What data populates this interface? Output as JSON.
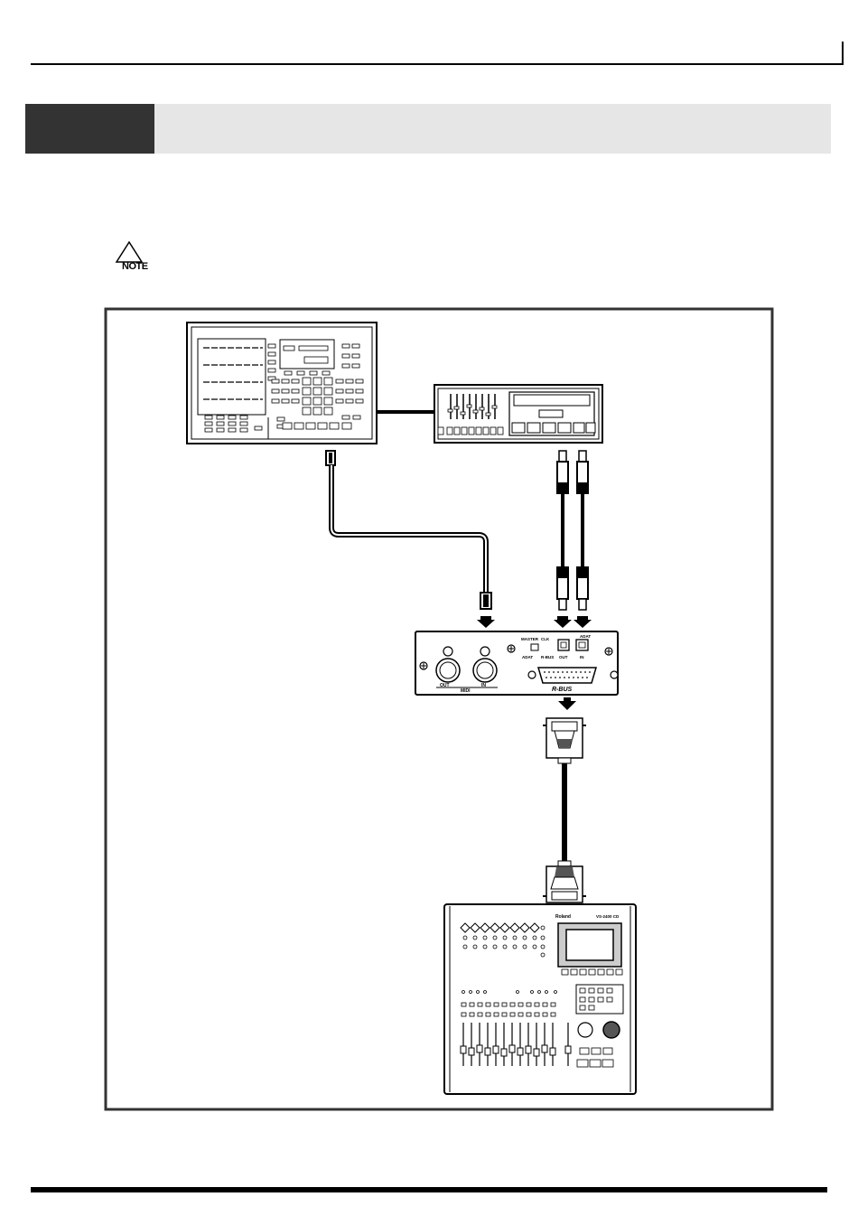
{
  "note": {
    "label": "NOTE"
  },
  "interface_box": {
    "master_label": "MASTER",
    "clk_label": "CLK",
    "adat_label": "ADAT",
    "rbus_small_label": "R-BUS",
    "adat_header": "ADAT",
    "out_label": "OUT",
    "in_label": "IN",
    "midi_out": "OUT",
    "midi_label": "MIDI",
    "midi_in": "IN",
    "rbus_logo": "R-BUS"
  },
  "mixer": {
    "brand": "Roland",
    "model": "VS-2400 CD"
  }
}
